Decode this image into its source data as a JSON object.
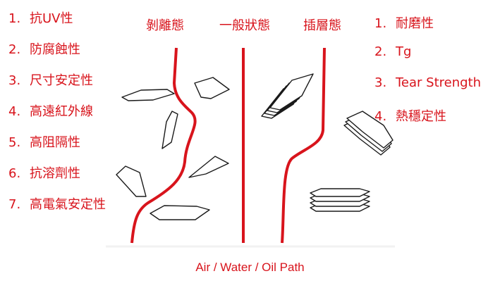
{
  "left_list": [
    {
      "num": "1.",
      "text": "抗UV性"
    },
    {
      "num": "2.",
      "text": "防腐蝕性"
    },
    {
      "num": "3.",
      "text": "尺寸安定性"
    },
    {
      "num": "4.",
      "text": "高遠紅外線"
    },
    {
      "num": "5.",
      "text": "高阻隔性"
    },
    {
      "num": "6.",
      "text": "抗溶劑性"
    },
    {
      "num": "7.",
      "text": "高電氣安定性"
    }
  ],
  "right_list": [
    {
      "num": "1.",
      "text": "耐磨性"
    },
    {
      "num": "2.",
      "text": "Tg"
    },
    {
      "num": "3.",
      "text": "Tear Strength"
    },
    {
      "num": "4.",
      "text": "熱穩定性"
    }
  ],
  "headings": {
    "exfoliated": "剝離態",
    "normal": "一般狀態",
    "intercalated": "插層態"
  },
  "caption": "Air / Water / Oil Path",
  "colors": {
    "accent": "#d8141c",
    "stroke": "#1a1a1a"
  }
}
